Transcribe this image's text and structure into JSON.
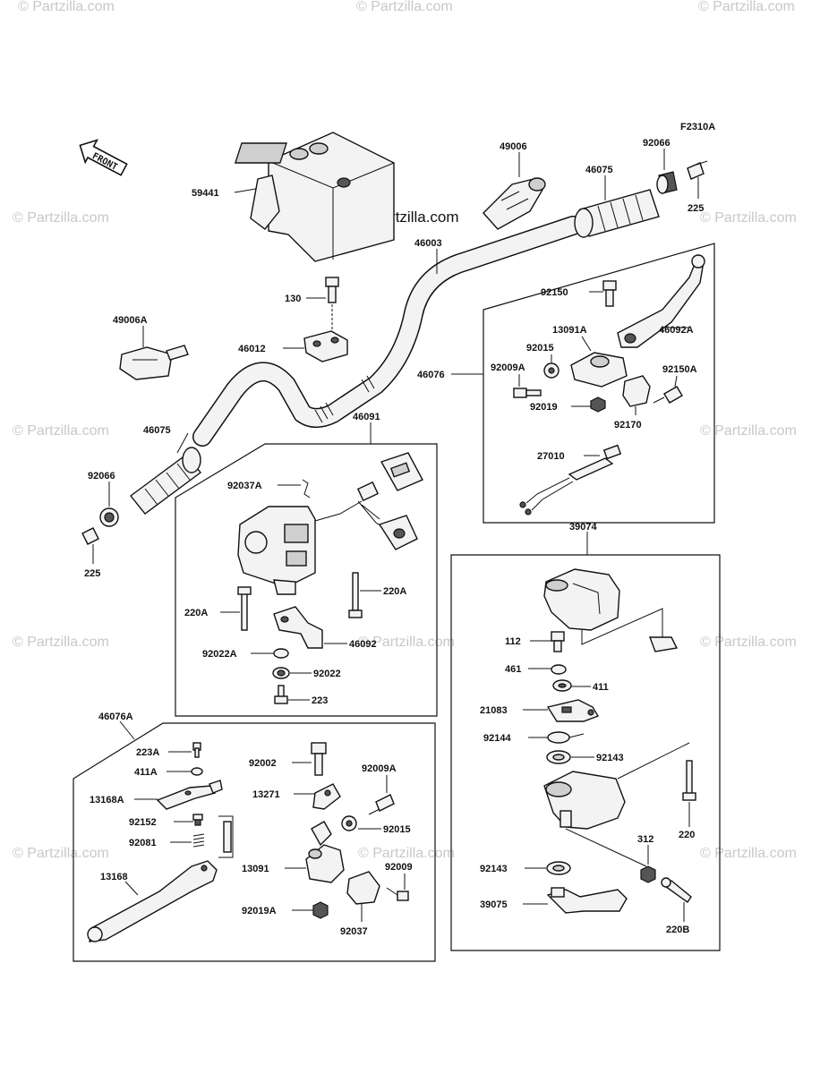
{
  "diagram_code": "F2310A",
  "front_label": "FRONT",
  "watermark_center": "© Partzilla.com",
  "watermark": "© Partzilla.com",
  "parts": {
    "p59441": "59441",
    "p49006": "49006",
    "p46075_top": "46075",
    "p92066_top": "92066",
    "p225_top": "225",
    "p46003": "46003",
    "p130": "130",
    "p46012": "46012",
    "p49006A": "49006A",
    "p92150": "92150",
    "p13091A": "13091A",
    "p92015_r": "92015",
    "p92009A_r": "92009A",
    "p92150A": "92150A",
    "p46092A": "46092A",
    "p46076": "46076",
    "p92019_r": "92019",
    "p92170": "92170",
    "p27010": "27010",
    "p46091": "46091",
    "p46075_left": "46075",
    "p92066_left": "92066",
    "p225_left": "225",
    "p92037A": "92037A",
    "p220A_r": "220A",
    "p220A_l": "220A",
    "p46092": "46092",
    "p92022A": "92022A",
    "p92022": "92022",
    "p223": "223",
    "p39074": "39074",
    "p112": "112",
    "p461": "461",
    "p411": "411",
    "p21083": "21083",
    "p92144": "92144",
    "p92143_a": "92143",
    "p220": "220",
    "p312": "312",
    "p92143_b": "92143",
    "p39075": "39075",
    "p220B": "220B",
    "p46076A": "46076A",
    "p223A": "223A",
    "p411A": "411A",
    "p13168A": "13168A",
    "p92152": "92152",
    "p92081": "92081",
    "p13168": "13168",
    "p92002": "92002",
    "p13271": "13271",
    "p92009A_b": "92009A",
    "p92015_b": "92015",
    "p13091": "13091",
    "p92009": "92009",
    "p92019A": "92019A",
    "p92037": "92037"
  }
}
